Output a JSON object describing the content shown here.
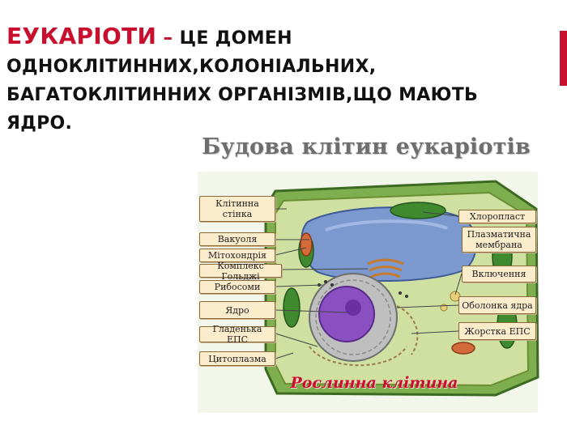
{
  "headline": {
    "term": "Еукаріоти",
    "dash": " – ",
    "rest": "це домен одноклітинних,колоніальних, багатоклітинних організмів,що мають ядро."
  },
  "figure": {
    "title": "Будова клітин еукаріотів",
    "caption": "Рослинна клітина",
    "labels_left": [
      "Клітинна\nстінка",
      "Вакуоля",
      "Мітохондрія",
      "Комплекс Гольджі",
      "Рибосоми",
      "Ядро",
      "Гладенька ЕПС",
      "Цитоплазма"
    ],
    "labels_right": [
      "Хлоропласт",
      "Плазматична\nмембрана",
      "Включення",
      "Оболонка ядра",
      "Жорстка ЕПС"
    ]
  },
  "colors": {
    "accent": "#c8102e",
    "label_fill": "#fbeccb",
    "cell_wall": "#5e8f3a",
    "vacuole": "#6f8fc8",
    "nucleus": "#8a4fc0",
    "cytoplasm": "#c7d99a"
  }
}
